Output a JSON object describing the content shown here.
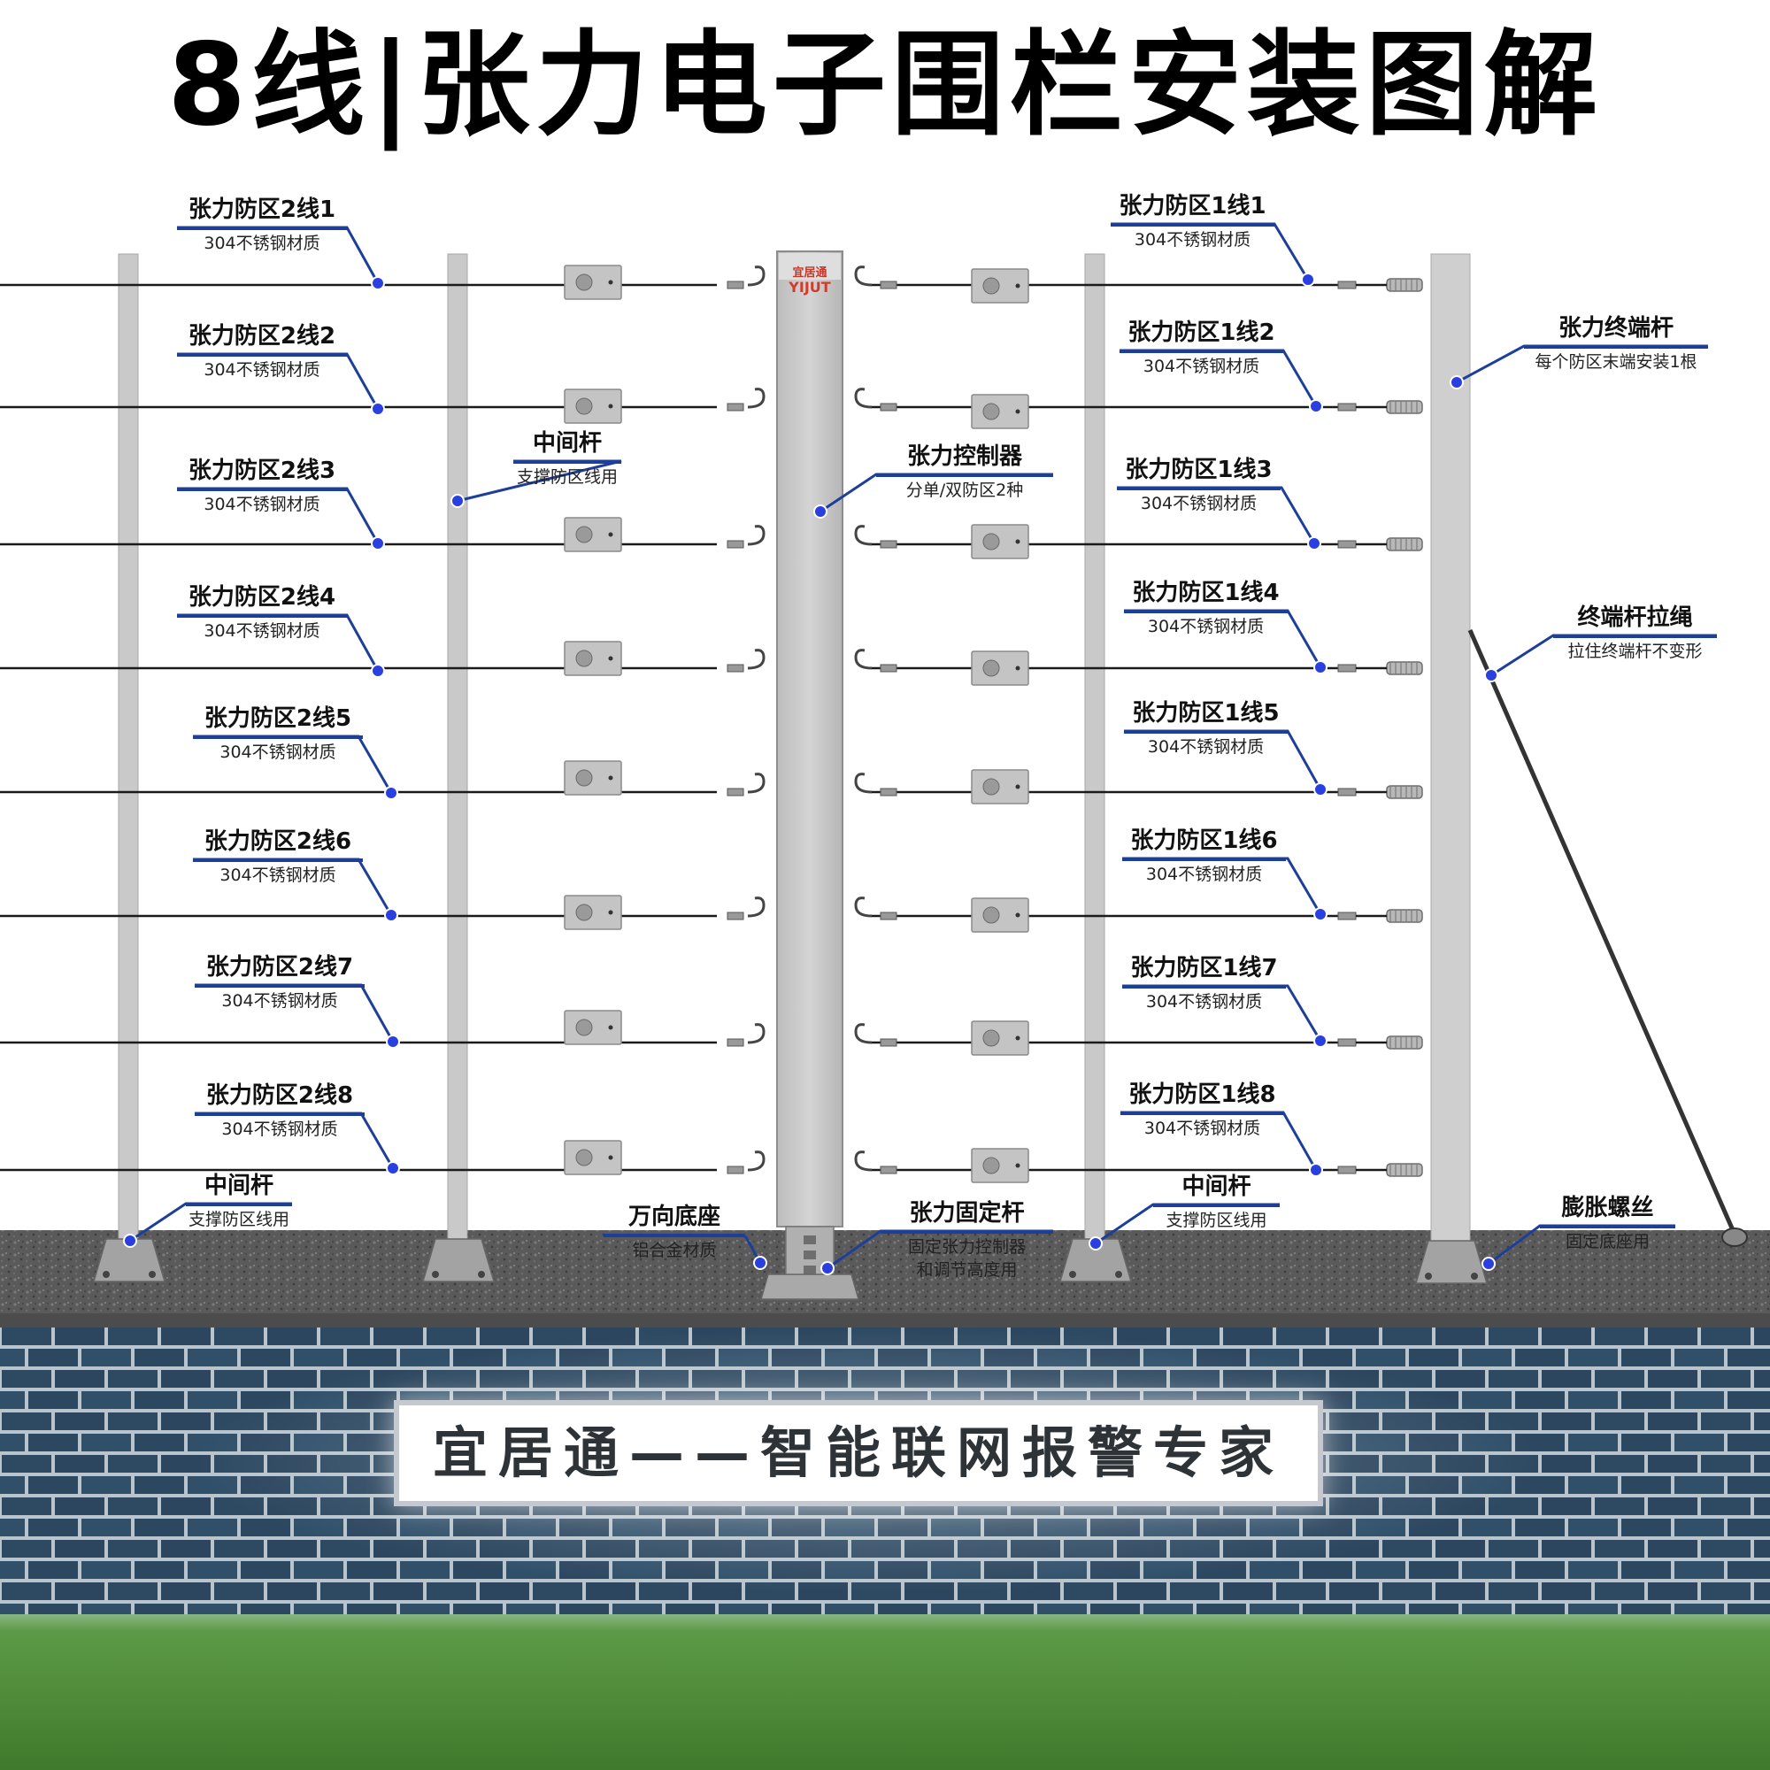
{
  "title": "8线|张力电子围栏安装图解",
  "zone2_wires": [
    {
      "name": "张力防区2线1",
      "desc": "304不锈钢材质"
    },
    {
      "name": "张力防区2线2",
      "desc": "304不锈钢材质"
    },
    {
      "name": "张力防区2线3",
      "desc": "304不锈钢材质"
    },
    {
      "name": "张力防区2线4",
      "desc": "304不锈钢材质"
    },
    {
      "name": "张力防区2线5",
      "desc": "304不锈钢材质"
    },
    {
      "name": "张力防区2线6",
      "desc": "304不锈钢材质"
    },
    {
      "name": "张力防区2线7",
      "desc": "304不锈钢材质"
    },
    {
      "name": "张力防区2线8",
      "desc": "304不锈钢材质"
    }
  ],
  "zone1_wires": [
    {
      "name": "张力防区1线1",
      "desc": "304不锈钢材质"
    },
    {
      "name": "张力防区1线2",
      "desc": "304不锈钢材质"
    },
    {
      "name": "张力防区1线3",
      "desc": "304不锈钢材质"
    },
    {
      "name": "张力防区1线4",
      "desc": "304不锈钢材质"
    },
    {
      "name": "张力防区1线5",
      "desc": "304不锈钢材质"
    },
    {
      "name": "张力防区1线6",
      "desc": "304不锈钢材质"
    },
    {
      "name": "张力防区1线7",
      "desc": "304不锈钢材质"
    },
    {
      "name": "张力防区1线8",
      "desc": "304不锈钢材质"
    }
  ],
  "components": {
    "middle_pole_upper": {
      "name": "中间杆",
      "desc": "支撑防区线用"
    },
    "controller": {
      "name": "张力控制器",
      "desc": "分单/双防区2种"
    },
    "terminal_pole": {
      "name": "张力终端杆",
      "desc": "每个防区末端安装1根"
    },
    "terminal_rope": {
      "name": "终端杆拉绳",
      "desc": "拉住终端杆不变形"
    },
    "middle_pole_left": {
      "name": "中间杆",
      "desc": "支撑防区线用"
    },
    "universal_base": {
      "name": "万向底座",
      "desc": "铝合金材质"
    },
    "fixed_pole": {
      "name": "张力固定杆",
      "desc": "固定张力控制器",
      "desc2": "和调节高度用"
    },
    "middle_pole_right": {
      "name": "中间杆",
      "desc": "支撑防区线用"
    },
    "expansion_bolt": {
      "name": "膨胀螺丝",
      "desc": "固定底座用"
    }
  },
  "controller_brand": {
    "cn": "宜居通",
    "en": "YIJUT"
  },
  "banner": "宜居通——智能联网报警专家",
  "colors": {
    "leader": "#1d3f9a",
    "dot": "#2a3fe0",
    "pole": "#c9c9c9",
    "brick": "#2e4a63",
    "mortar": "#b9c4cc",
    "gravel": "#5b5b5b",
    "grass": "#4d8a3b"
  }
}
